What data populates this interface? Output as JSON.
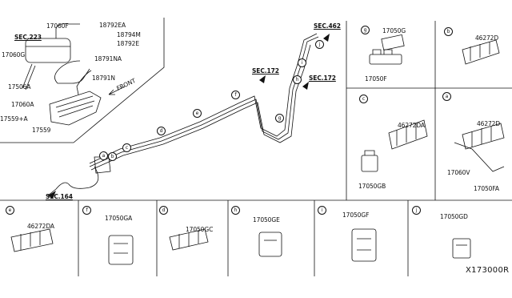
{
  "diagram": {
    "ref_code": "X173000R",
    "sections": {
      "sec223": "SEC.223",
      "sec462": "SEC.462",
      "sec172a": "SEC.172",
      "sec172b": "SEC.172",
      "sec164": "SEC.164"
    },
    "front_label": "FRONT",
    "main_labels": {
      "p17060F": "17060F",
      "p18792EA": "18792EA",
      "p18794M": "18794M",
      "p18792E": "18792E",
      "p17060G": "17060G",
      "p18791NA": "18791NA",
      "p17506A": "17506A",
      "p18791N": "18791N",
      "p17060A": "17060A",
      "p17559A": "17559+A",
      "p17559": "17559"
    },
    "callouts_main": [
      "a",
      "b",
      "c",
      "d",
      "e",
      "f",
      "g",
      "h",
      "i",
      "j"
    ],
    "detail_panels": [
      {
        "key": "g",
        "callout": "g",
        "parts": [
          "17050G",
          "17050F"
        ]
      },
      {
        "key": "b",
        "callout": "b",
        "parts": [
          "46272D"
        ]
      },
      {
        "key": "c",
        "callout": "c",
        "parts": [
          "46272DA",
          "17050GB"
        ]
      },
      {
        "key": "a",
        "callout": "a",
        "parts": [
          "46272D",
          "17060V",
          "17050FA"
        ]
      },
      {
        "key": "e",
        "callout": "e",
        "parts": [
          "46272DA"
        ]
      },
      {
        "key": "f",
        "callout": "f",
        "parts": [
          "17050GA"
        ]
      },
      {
        "key": "d",
        "callout": "d",
        "parts": [
          "17050GC"
        ]
      },
      {
        "key": "h",
        "callout": "h",
        "parts": [
          "17050GE"
        ]
      },
      {
        "key": "i",
        "callout": "i",
        "parts": [
          "17050GF"
        ]
      },
      {
        "key": "j",
        "callout": "j",
        "parts": [
          "17050GD"
        ]
      }
    ]
  }
}
